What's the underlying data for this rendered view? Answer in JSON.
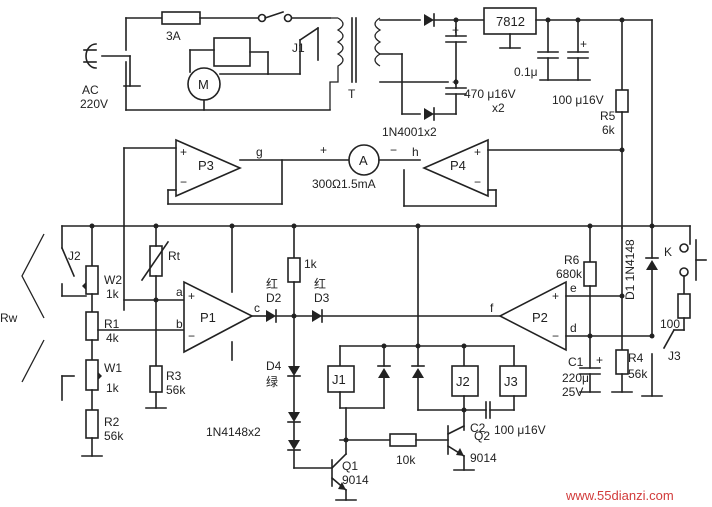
{
  "labels": {
    "fuse": "3A",
    "ac": "AC",
    "ac_v": "220V",
    "motor": "M",
    "relay_j1_top": "J1",
    "transformer": "T",
    "reg": "7812",
    "diode_pair": "1N4001x2",
    "cap_470": "470 μ16V",
    "cap_470_x2": "x2",
    "cap_01": "0.1μ",
    "cap_100": "100 μ16V",
    "r5": "R5",
    "r5_val": "6k",
    "p3": "P3",
    "p4": "P4",
    "node_g": "g",
    "node_h": "h",
    "ammeter": "A",
    "ammeter_val": "300Ω1.5mA",
    "j2": "J2",
    "rt": "Rt",
    "w2": "W2",
    "w2_val": "1k",
    "r1": "R1",
    "r1_val": "4k",
    "w1": "W1",
    "w1_val": "1k",
    "r2": "R2",
    "r2_val": "56k",
    "rw": "Rw",
    "node_a": "a",
    "node_b": "b",
    "p1": "P1",
    "node_c": "c",
    "r3": "R3",
    "r3_val": "56k",
    "res_1k": "1k",
    "red1": "红",
    "red2": "红",
    "d2": "D2",
    "d3": "D3",
    "d4": "D4",
    "green": "绿",
    "diode_1n4148x2": "1N4148x2",
    "j1": "J1",
    "j2b": "J2",
    "j3": "J3",
    "c2": "C2",
    "c2_val": "100 μ16V",
    "res_10k": "10k",
    "q2": "Q2",
    "q2_val": "9014",
    "q1": "Q1",
    "q1_val": "9014",
    "p2": "P2",
    "node_e": "e",
    "node_d": "d",
    "node_f": "f",
    "r6": "R6",
    "r6_val": "680k",
    "d1": "D1 1N4148",
    "k": "K",
    "r100": "100",
    "c1": "C1",
    "c1_val": "220μ",
    "c1_v": "25V",
    "r4": "R4",
    "r4_val": "56k",
    "j3_label": "J3",
    "plus": "+",
    "minus": "−",
    "watermark": "www.55dianzi.com"
  }
}
